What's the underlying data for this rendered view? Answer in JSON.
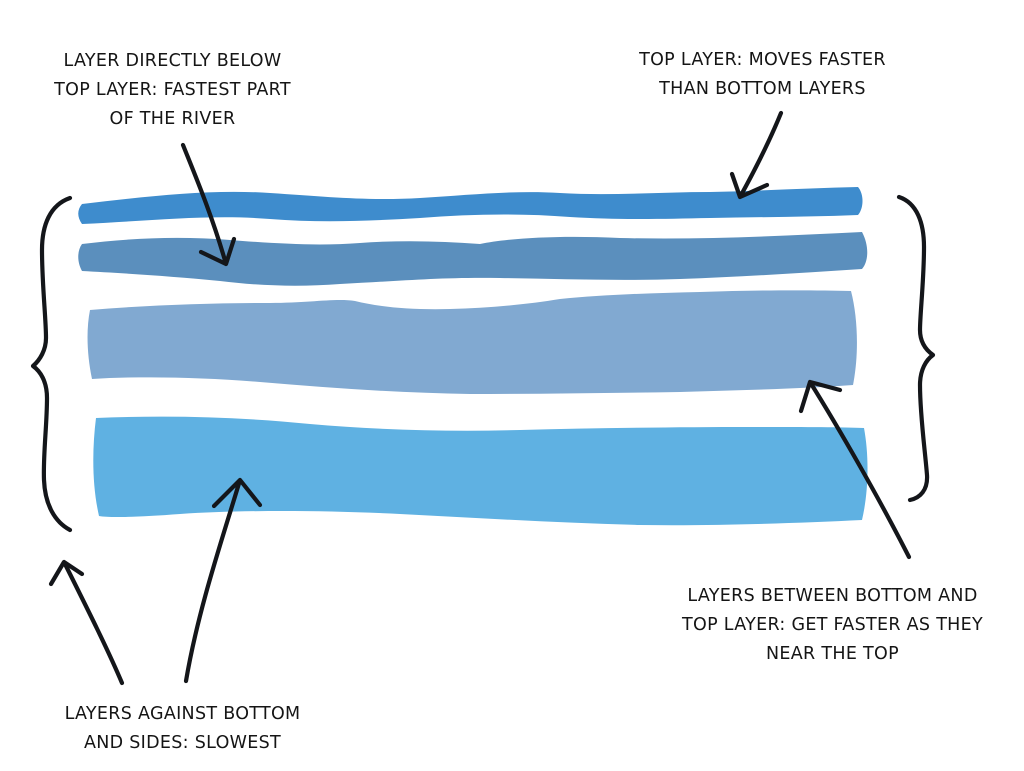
{
  "annotations": {
    "directly_below_top": {
      "lines": [
        "LAYER DIRECTLY BELOW",
        "TOP LAYER: FASTEST PART",
        "OF THE RIVER"
      ]
    },
    "top_layer": {
      "lines": [
        "TOP LAYER: MOVES FASTER",
        "THAN BOTTOM LAYERS"
      ]
    },
    "between_layers": {
      "lines": [
        "LAYERS BETWEEN BOTTOM AND",
        "TOP LAYER: GET FASTER AS THEY",
        "NEAR THE TOP"
      ]
    },
    "bottom_sides": {
      "lines": [
        "LAYERS AGAINST BOTTOM",
        "AND SIDES: SLOWEST"
      ]
    }
  },
  "colors": {
    "top_layer": "#3e8ccd",
    "second_layer": "#5b8fbd",
    "middle_layer": "#81a9d1",
    "bottom_layer": "#5fb1e2",
    "ink": "#14161a",
    "text": "#151515"
  },
  "icons": [
    "left-curly-brace",
    "right-curly-brace",
    "arrow"
  ]
}
